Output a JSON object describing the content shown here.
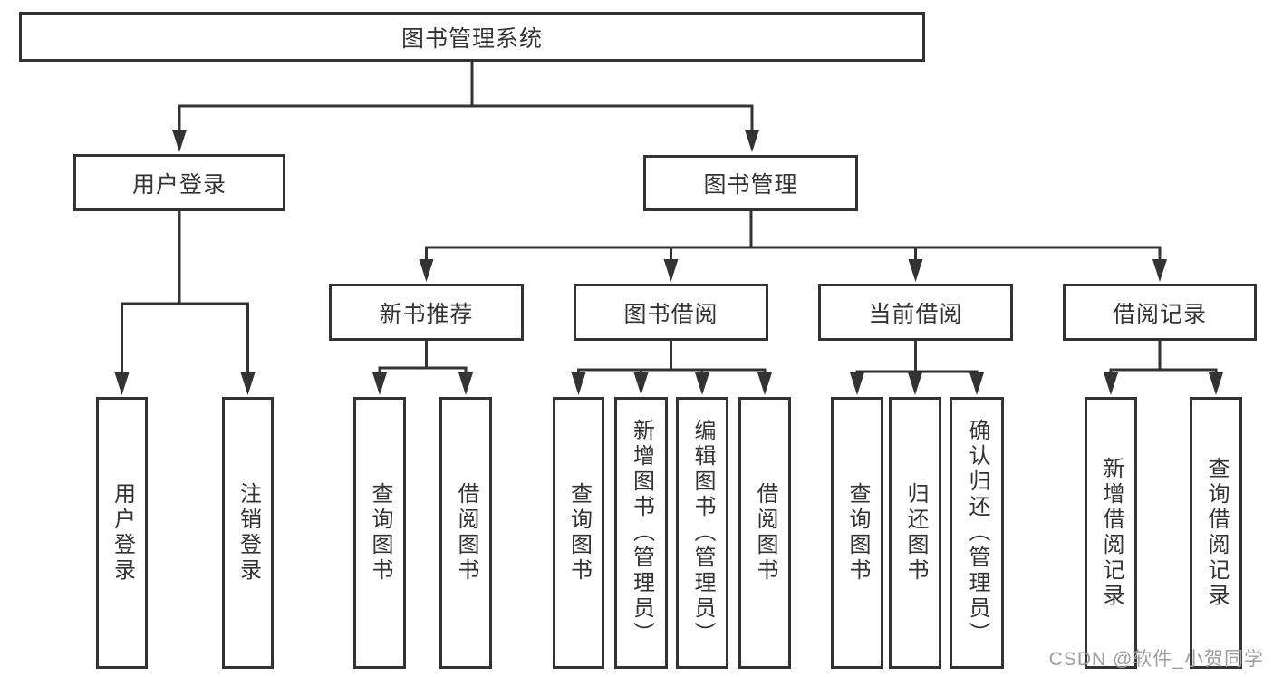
{
  "diagram": {
    "title": "图书管理系统",
    "root": {
      "label": "图书管理系统"
    },
    "level2": {
      "user_login_group": {
        "label": "用户登录"
      },
      "book_management": {
        "label": "图书管理"
      }
    },
    "level3": {
      "new_book_recommend": {
        "label": "新书推荐"
      },
      "book_borrowing": {
        "label": "图书借阅"
      },
      "current_borrowing": {
        "label": "当前借阅"
      },
      "borrowing_records": {
        "label": "借阅记录"
      }
    },
    "leaves": {
      "user_login": {
        "label": "用户登录"
      },
      "logout": {
        "label": "注销登录"
      },
      "nbr_query_books": {
        "label": "查询图书"
      },
      "nbr_borrow_books": {
        "label": "借阅图书"
      },
      "bb_query_books": {
        "label": "查询图书"
      },
      "bb_add_books": {
        "label": "新增图书（管理员）"
      },
      "bb_edit_books": {
        "label": "编辑图书（管理员）"
      },
      "bb_borrow_books": {
        "label": "借阅图书"
      },
      "cb_query_books": {
        "label": "查询图书"
      },
      "cb_return_books": {
        "label": "归还图书"
      },
      "cb_confirm_return": {
        "label": "确认归还（管理员）"
      },
      "br_add_record": {
        "label": "新增借阅记录"
      },
      "br_query_record": {
        "label": "查询借阅记录"
      }
    },
    "colors": {
      "line": "#333333",
      "text": "#333333",
      "watermark_gray": "#9e9e9e",
      "background": "#ffffff"
    }
  },
  "watermark": {
    "text": "CSDN @软件_小贺同学"
  }
}
